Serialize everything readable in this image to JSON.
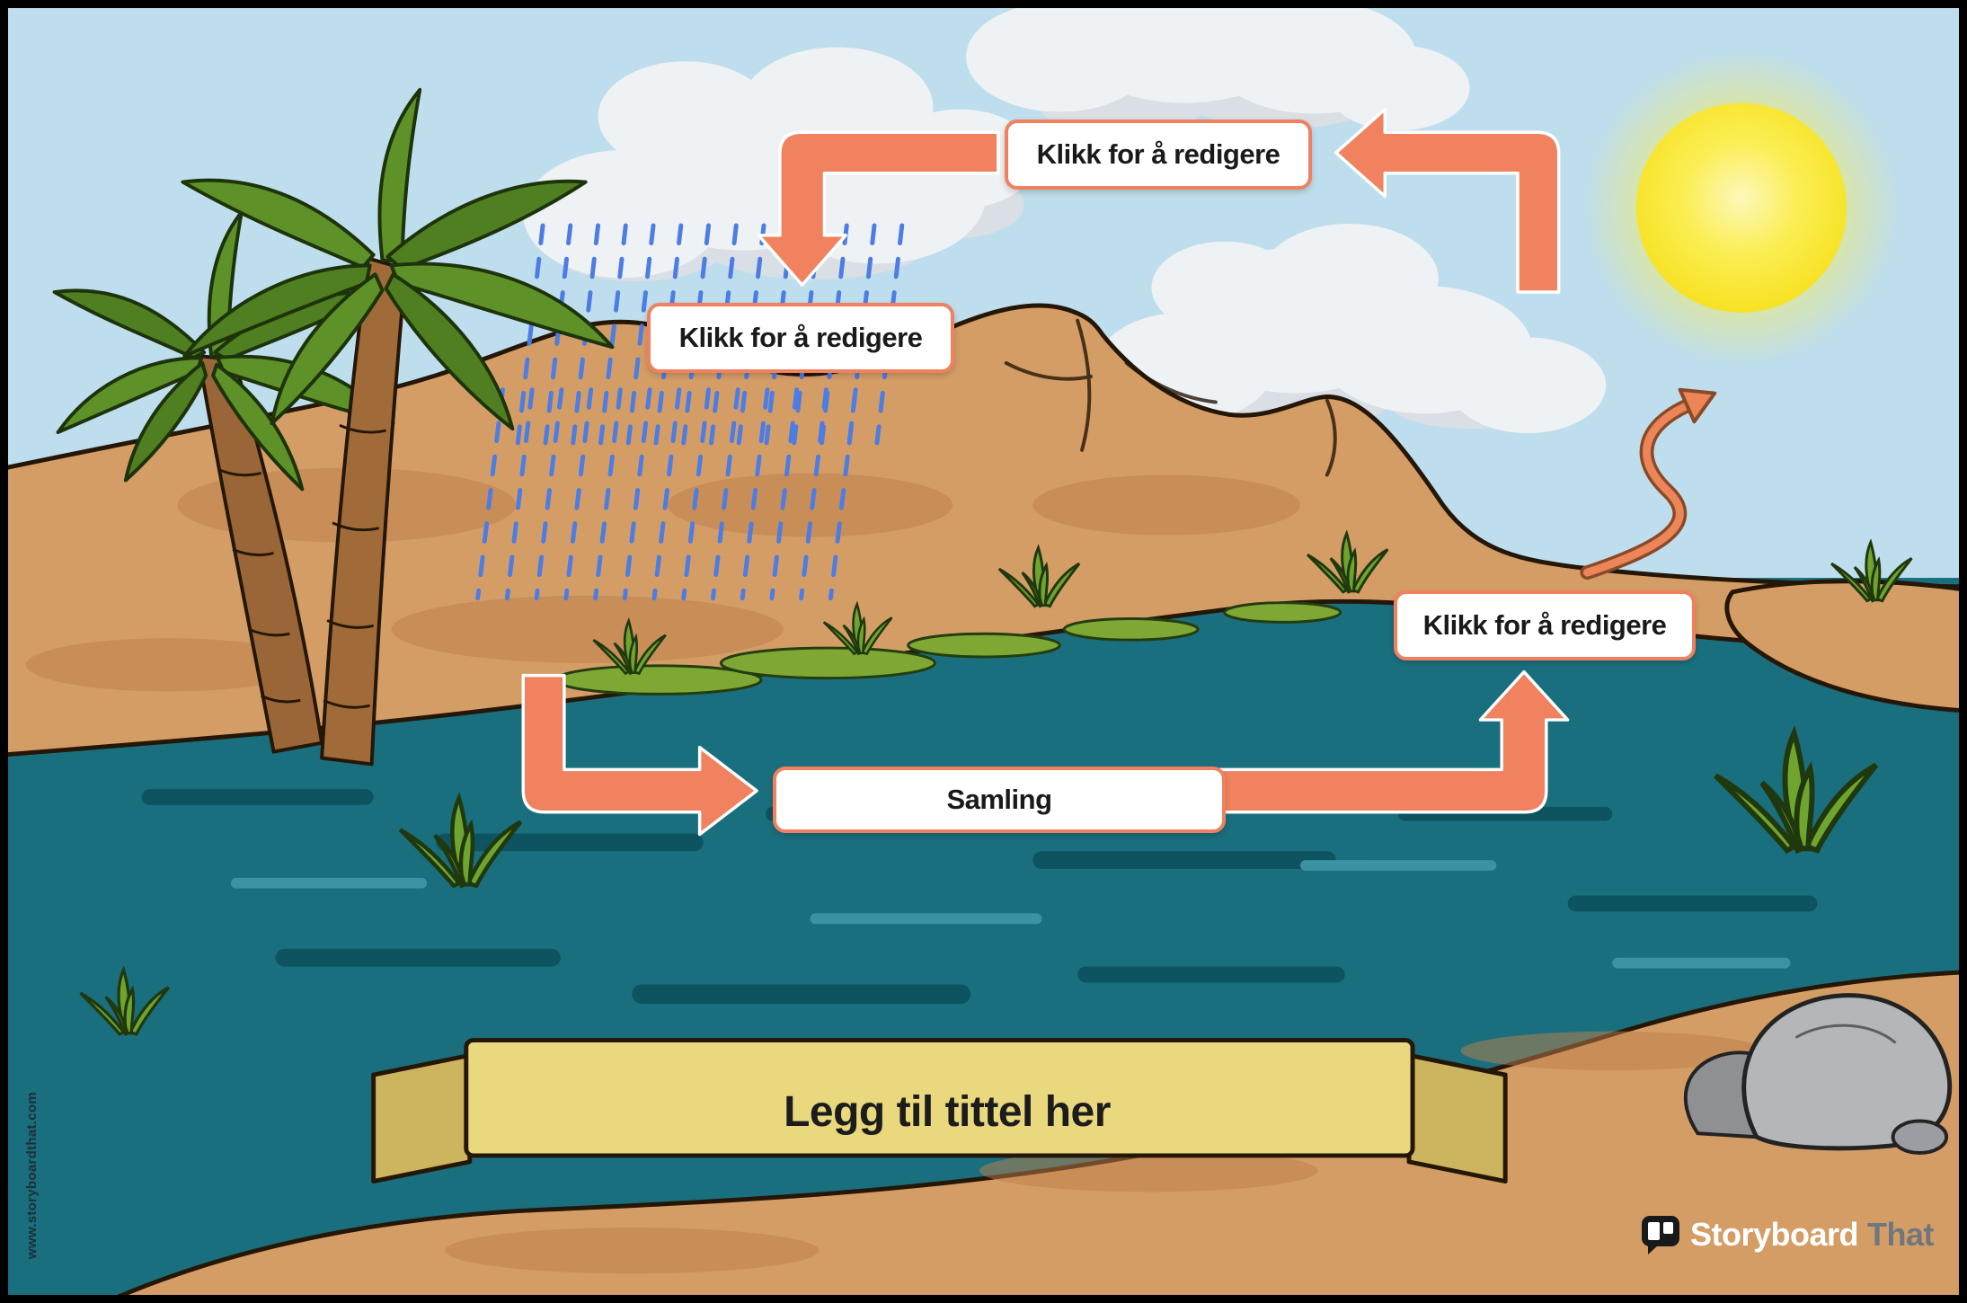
{
  "labels": {
    "top_box": "Klikk for å redigere",
    "rain_box": "Klikk for å redigere",
    "evaporation_box": "Klikk for å redigere",
    "collection_box": "Samling"
  },
  "banner": {
    "title": "Legg til tittel her"
  },
  "watermark": "www.storyboardthat.com",
  "logo": {
    "primary": "Storyboard",
    "secondary": "That"
  },
  "colors": {
    "accent": "#F0815E",
    "sky": "#BFDEED",
    "water": "#1A6F7E",
    "sand": "#D59D66",
    "banner": "#E9D87E",
    "sun": "#F8E51C",
    "rain": "#4D7DE2"
  }
}
